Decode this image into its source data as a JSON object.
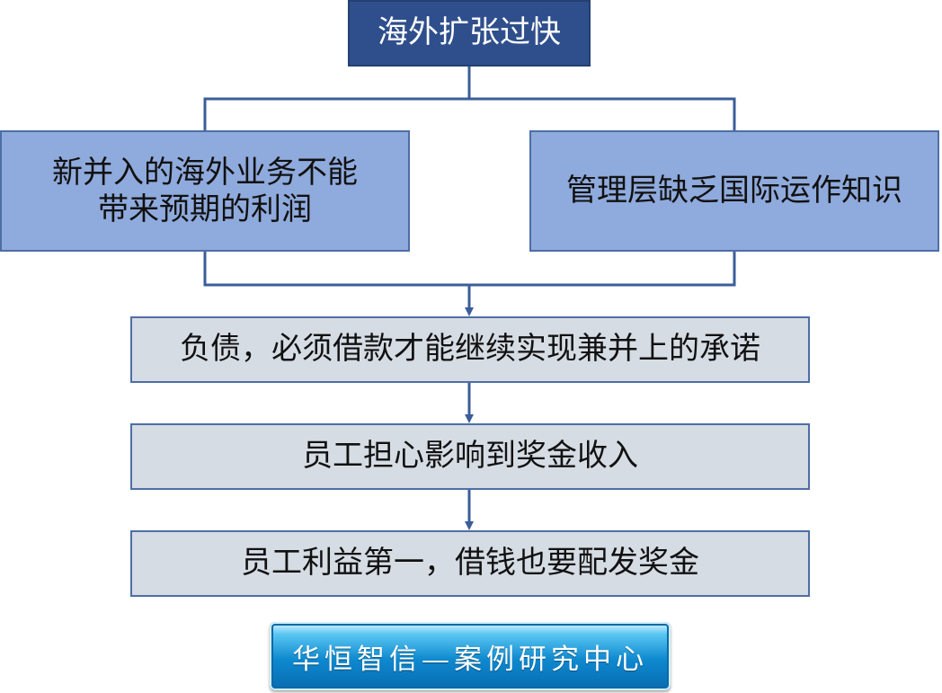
{
  "diagram": {
    "top": "海外扩张过快",
    "left_lines": [
      "新并入的海外业务不能",
      "带来预期的利润"
    ],
    "right": "管理层缺乏国际运作知识",
    "step1": "负债，必须借款才能继续实现兼并上的承诺",
    "step2": "员工担心影响到奖金收入",
    "step3": "员工利益第一，借钱也要配发奖金"
  },
  "logo": {
    "text": "华恒智信—案例研究中心"
  },
  "colors": {
    "top_fill": "#2f4f8c",
    "mid_fill": "#8faadc",
    "row_fill": "#d6dce4",
    "border": "#4e6ea6",
    "connector": "#3b5d9a",
    "logo_blue": "#0e89cf"
  }
}
